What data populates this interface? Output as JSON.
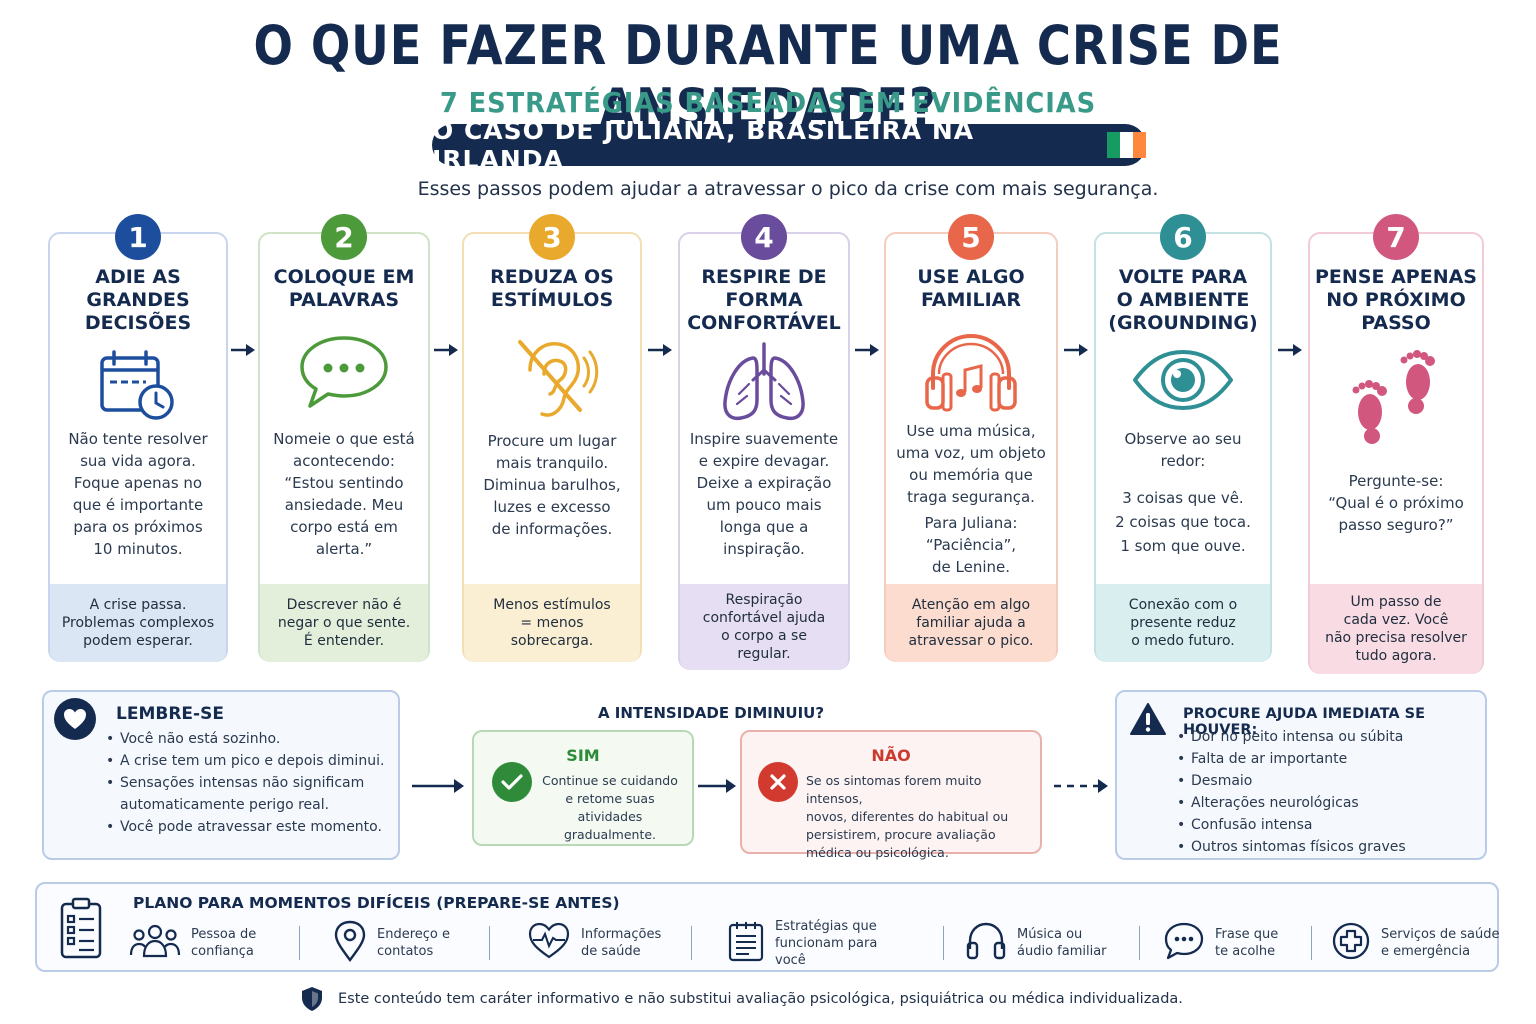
{
  "header": {
    "title": "O QUE FAZER DURANTE UMA CRISE DE ANSIEDADE?",
    "subtitle": "7 ESTRATÉGIAS BASEADAS EM EVIDÊNCIAS",
    "case": "O CASO DE JULIANA, BRASILEIRA NA IRLANDA",
    "intro": "Esses passos podem ajudar a atravessar o pico da crise com mais segurança."
  },
  "colors": {
    "navy": "#142a4f",
    "teal_subtitle": "#3a9a89",
    "flag_green": "#169b62",
    "flag_white": "#ffffff",
    "flag_orange": "#ff883e"
  },
  "steps": [
    {
      "number": "1",
      "title_lines": [
        "ADIE AS",
        "GRANDES",
        "DECISÕES"
      ],
      "icon": "calendar-clock-icon",
      "desc": [
        "Não tente resolver",
        "sua vida agora.",
        "Foque apenas no",
        "que é importante",
        "para os próximos",
        "10 minutos."
      ],
      "note": [
        "A crise passa.",
        "Problemas complexos",
        "podem esperar."
      ],
      "color": "#1d4e9e",
      "border": "#c7d6ec",
      "note_bg": "#dbe6f5"
    },
    {
      "number": "2",
      "title_lines": [
        "COLOQUE EM",
        "PALAVRAS"
      ],
      "icon": "speech-bubble-icon",
      "desc": [
        "Nomeie o que está",
        "acontecendo:",
        "“Estou sentindo",
        "ansiedade. Meu",
        "corpo está em",
        "alerta.”"
      ],
      "note": [
        "Descrever não é",
        "negar o que sente.",
        "É entender."
      ],
      "color": "#4c9a3a",
      "border": "#cfe3c6",
      "note_bg": "#e3efdb"
    },
    {
      "number": "3",
      "title_lines": [
        "REDUZA OS",
        "ESTÍMULOS"
      ],
      "icon": "ear-off-icon",
      "desc": [
        "Procure um lugar",
        "mais tranquilo.",
        "Diminua barulhos,",
        "luzes e excesso",
        "de informações."
      ],
      "note": [
        "Menos estímulos",
        "= menos",
        "sobrecarga."
      ],
      "color": "#e9a92c",
      "border": "#f3dfb2",
      "note_bg": "#fbefd3"
    },
    {
      "number": "4",
      "title_lines": [
        "RESPIRE DE",
        "FORMA",
        "CONFORTÁVEL"
      ],
      "icon": "lungs-icon",
      "desc": [
        "Inspire suavemente",
        "e expire devagar.",
        "Deixe a expiração",
        "um pouco mais",
        "longa que a",
        "inspiração."
      ],
      "note": [
        "Respiração",
        "confortável ajuda",
        "o corpo a se",
        "regular."
      ],
      "color": "#6a4c9c",
      "border": "#d9d0ea",
      "note_bg": "#e6def2"
    },
    {
      "number": "5",
      "title_lines": [
        "USE ALGO",
        "FAMILIAR"
      ],
      "icon": "headphones-music-icon",
      "desc": [
        "Use uma música,",
        "uma voz, um objeto",
        "ou memória que",
        "traga segurança.",
        "Para Juliana:",
        "“Paciência”,",
        "de Lenine."
      ],
      "note": [
        "Atenção em algo",
        "familiar ajuda a",
        "atravessar o pico."
      ],
      "color": "#e8674a",
      "border": "#f4cdbf",
      "note_bg": "#fbdccf"
    },
    {
      "number": "6",
      "title_lines": [
        "VOLTE PARA",
        "O AMBIENTE",
        "(GROUNDING)"
      ],
      "icon": "eye-icon",
      "desc": [
        "Observe ao seu",
        "redor:",
        "3 coisas que vê.",
        "2 coisas que toca.",
        "1 som que ouve."
      ],
      "note": [
        "Conexão com o",
        "presente reduz",
        "o medo futuro."
      ],
      "color": "#2e8f94",
      "border": "#c4e2e2",
      "note_bg": "#d9eeee"
    },
    {
      "number": "7",
      "title_lines": [
        "PENSE APENAS",
        "NO PRÓXIMO",
        "PASSO"
      ],
      "icon": "footprints-icon",
      "desc": [
        "Pergunte-se:",
        "“Qual é o próximo",
        "passo seguro?”"
      ],
      "note": [
        "Um passo de",
        "cada vez. Você",
        "não precisa resolver",
        "tudo agora."
      ],
      "color": "#d2577e",
      "border": "#f2cbd6",
      "note_bg": "#f9dbe3"
    }
  ],
  "remember": {
    "title": "LEMBRE-SE",
    "items": [
      "Você não está sozinho.",
      "A crise tem um pico e depois diminui.",
      "Sensações intensas não significam",
      "automaticamente perigo real.",
      "Você pode atravessar este momento."
    ]
  },
  "decision": {
    "question": "A INTENSIDADE DIMINUIU?",
    "yes_label": "SIM",
    "yes_lines": [
      "Continue se cuidando",
      "e retome suas atividades",
      "gradualmente."
    ],
    "no_label": "NÃO",
    "no_lines": [
      "Se os sintomas forem muito intensos,",
      "novos, diferentes do habitual ou",
      "persistirem, procure avaliação",
      "médica ou psicológica."
    ]
  },
  "help": {
    "title": "PROCURE AJUDA IMEDIATA SE HOUVER:",
    "items": [
      "Dor no peito intensa ou súbita",
      "Falta de ar importante",
      "Desmaio",
      "Alterações neurológicas",
      "Confusão intensa",
      "Outros sintomas físicos graves"
    ]
  },
  "plan": {
    "title": "PLANO PARA MOMENTOS DIFÍCEIS (PREPARE-SE ANTES)",
    "items": [
      {
        "icon": "people-icon",
        "lines": [
          "Pessoa de",
          "confiança"
        ]
      },
      {
        "icon": "location-pin-icon",
        "lines": [
          "Endereço e",
          "contatos"
        ]
      },
      {
        "icon": "heart-pulse-icon",
        "lines": [
          "Informações",
          "de saúde"
        ]
      },
      {
        "icon": "notepad-icon",
        "lines": [
          "Estratégias que",
          "funcionam para você"
        ]
      },
      {
        "icon": "headphones-icon",
        "lines": [
          "Música ou",
          "áudio familiar"
        ]
      },
      {
        "icon": "chat-bubble-icon",
        "lines": [
          "Frase que",
          "te acolhe"
        ]
      },
      {
        "icon": "medical-cross-icon",
        "lines": [
          "Serviços de saúde",
          "e emergência"
        ]
      }
    ]
  },
  "disclaimer": "Este conteúdo tem caráter informativo e não substitui avaliação psicológica, psiquiátrica ou médica individualizada."
}
